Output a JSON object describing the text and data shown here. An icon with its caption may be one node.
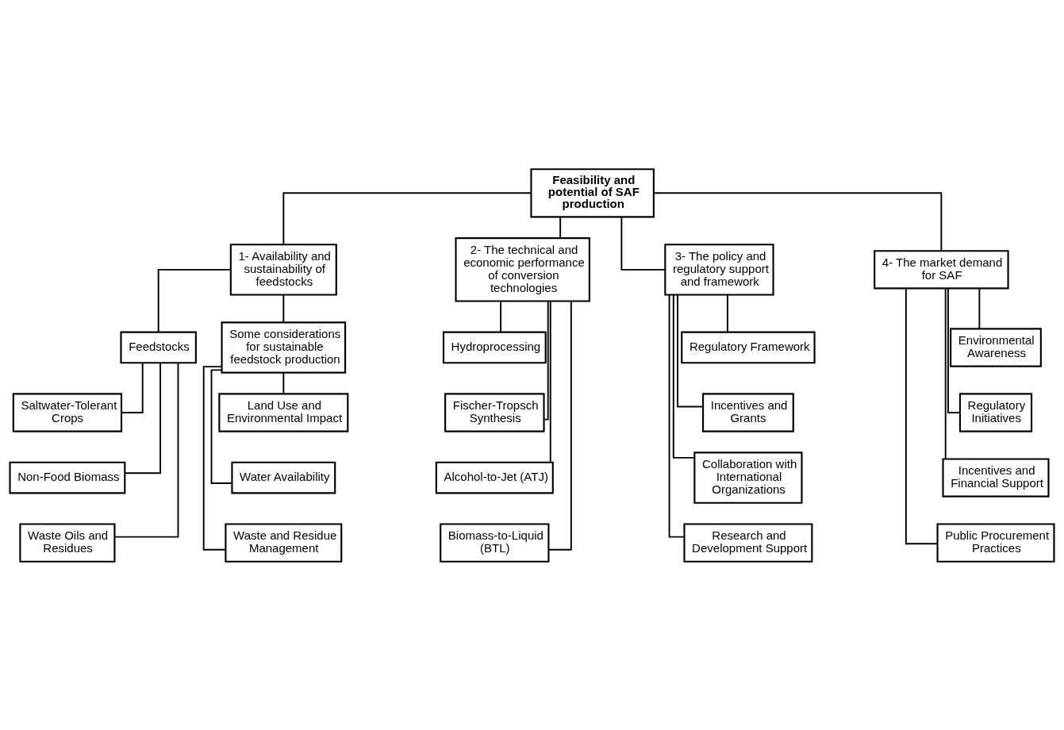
{
  "diagram": {
    "nodes": [
      {
        "text": [
          "Feasibility and potential of SAF production"
        ]
      },
      {
        "text": [
          "1- Availability and sustainability of feedstocks"
        ]
      },
      {
        "text": [
          "2- The technical and economic performance of conversion technologies"
        ]
      },
      {
        "text": [
          "3- The policy and regulatory support and framework"
        ]
      },
      {
        "text": [
          "4- The market demand for SAF"
        ]
      },
      {
        "text": [
          "Feedstocks"
        ]
      },
      {
        "text": [
          "Some considerations for sustainable feedstock production"
        ]
      },
      {
        "text": [
          "Saltwater-Tolerant Crops"
        ]
      },
      {
        "text": [
          "Non-Food Biomass"
        ]
      },
      {
        "text": [
          "Waste Oils and Residues"
        ]
      },
      {
        "text": [
          "Land Use and Environmental Impact"
        ]
      },
      {
        "text": [
          "Water Availability"
        ]
      },
      {
        "text": [
          "Waste and Residue Management"
        ]
      },
      {
        "text": [
          "Hydroprocessing"
        ]
      },
      {
        "text": [
          "Fischer-Tropsch Synthesis"
        ]
      },
      {
        "text": [
          "Alcohol-to-Jet (ATJ)"
        ]
      },
      {
        "text": [
          "Biomass-to-Liquid (BTL)"
        ]
      },
      {
        "text": [
          "Regulatory Framework"
        ]
      },
      {
        "text": [
          "Incentives and Grants"
        ]
      },
      {
        "text": [
          "Collaboration with International Organizations"
        ]
      },
      {
        "text": [
          "Research and Development Support"
        ]
      },
      {
        "text": [
          "Environmental Awareness"
        ]
      },
      {
        "text": [
          "Regulatory Initiatives"
        ]
      },
      {
        "text": [
          "Incentives and Financial Support"
        ]
      },
      {
        "text": [
          "Public Procurement Practices"
        ]
      }
    ],
    "edges": [
      {
        "from": 0,
        "to": 1,
        "arrow": "none"
      },
      {
        "from": 0,
        "to": 2,
        "arrow": "none"
      },
      {
        "from": 0,
        "to": 3,
        "arrow": "none"
      },
      {
        "from": 0,
        "to": 4,
        "arrow": "none"
      },
      {
        "from": 1,
        "to": 5,
        "arrow": "none"
      },
      {
        "from": 1,
        "to": 6,
        "arrow": "none"
      },
      {
        "from": 5,
        "to": 7,
        "arrow": "none"
      },
      {
        "from": 5,
        "to": 8,
        "arrow": "none"
      },
      {
        "from": 5,
        "to": 9,
        "arrow": "none"
      },
      {
        "from": 6,
        "to": 10,
        "arrow": "none"
      },
      {
        "from": 6,
        "to": 11,
        "arrow": "none"
      },
      {
        "from": 6,
        "to": 12,
        "arrow": "none"
      },
      {
        "from": 2,
        "to": 13,
        "arrow": "none"
      },
      {
        "from": 2,
        "to": 14,
        "arrow": "none"
      },
      {
        "from": 2,
        "to": 15,
        "arrow": "none"
      },
      {
        "from": 2,
        "to": 16,
        "arrow": "none"
      },
      {
        "from": 3,
        "to": 17,
        "arrow": "none"
      },
      {
        "from": 3,
        "to": 18,
        "arrow": "none"
      },
      {
        "from": 3,
        "to": 19,
        "arrow": "none"
      },
      {
        "from": 3,
        "to": 20,
        "arrow": "none"
      },
      {
        "from": 4,
        "to": 21,
        "arrow": "none"
      },
      {
        "from": 4,
        "to": 22,
        "arrow": "none"
      },
      {
        "from": 4,
        "to": 23,
        "arrow": "none"
      },
      {
        "from": 4,
        "to": 24,
        "arrow": "none"
      }
    ]
  }
}
